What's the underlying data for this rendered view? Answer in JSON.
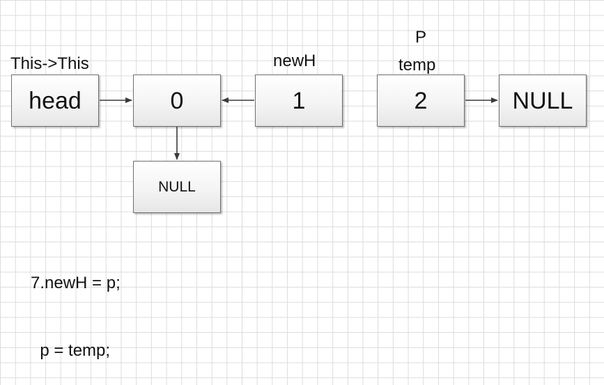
{
  "nodes": {
    "head": "head",
    "n0": "0",
    "n1": "1",
    "n2": "2",
    "null_right": "NULL",
    "null_below": "NULL"
  },
  "labels": {
    "this": "This->This",
    "newH": "newH",
    "p": "P",
    "temp": "temp"
  },
  "code": {
    "line1": "7.newH = p;",
    "line2": "  p = temp;"
  }
}
